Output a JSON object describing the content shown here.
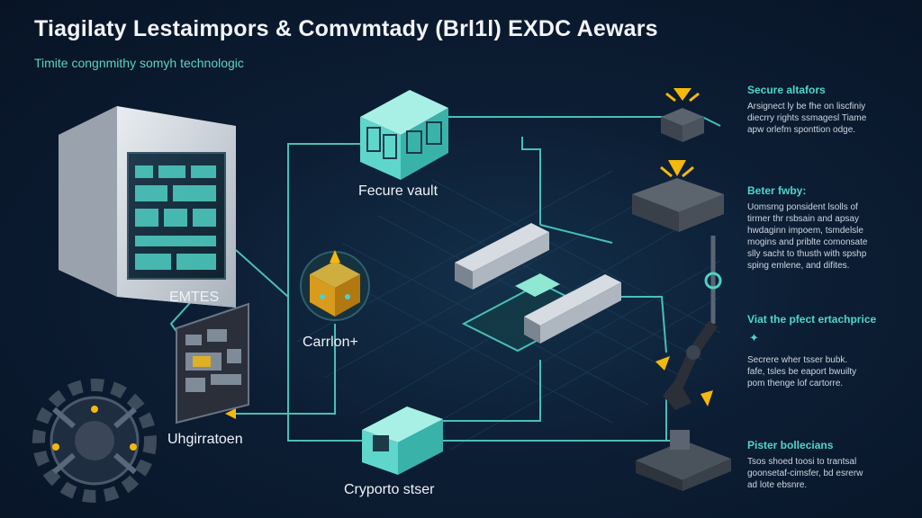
{
  "header": {
    "title": "Tiagilaty Lestaimpors & Comvmtady (Brl1l) EXDC Aewars",
    "subtitle": "Timite congnmithy somyh technologic"
  },
  "nodes": {
    "emtes": "EMTES",
    "secure_vault": "Fecure vault",
    "carrlon": "Carrlon+",
    "uhgirratoen": "Uhgirratoen",
    "crypto_ster": "Cryporto stser"
  },
  "right_panel": [
    {
      "heading": "Secure altafors",
      "body": "Arsignect ly be fhe on liscfiniy\ndiecrry rights ssmagesl Tiame\napw orlefm sponttion odge."
    },
    {
      "heading": "Beter fwby:",
      "body": "Uomsrng ponsident lsolls of\ntirmer thr rsbsain and apsay\nhwdaginn impoem, tsmdelsle\nmogins and priblte comonsate\nslly sacht to thusth with spshp\nsping emlene, and difites."
    },
    {
      "heading": "Viat the pfect ertachprice",
      "body": "Secrere wher tsser bubk.\nfafe, tsles be eaport bwuilty\npom thenge lof cartorre."
    },
    {
      "heading": "Pister bollecians",
      "body": "Tsos shoed toosi to trantsal\ngoonsetaf-cimsfer, bd esrerw\nad lote ebsnre."
    }
  ],
  "colors": {
    "background": "#0c1d33",
    "connector": "#4fd1c5",
    "accent_teal": "#5fd6cc",
    "warning_yellow": "#f5b90a",
    "heading_teal": "#4ed6cc"
  },
  "icons": [
    "server-cabinet-icon",
    "vault-cube-icon",
    "crypto-cube-icon",
    "circuit-board-icon",
    "gear-icon",
    "ledger-hardware-icon",
    "alert-block-icon",
    "robotic-arm-icon",
    "network-block-icon"
  ]
}
